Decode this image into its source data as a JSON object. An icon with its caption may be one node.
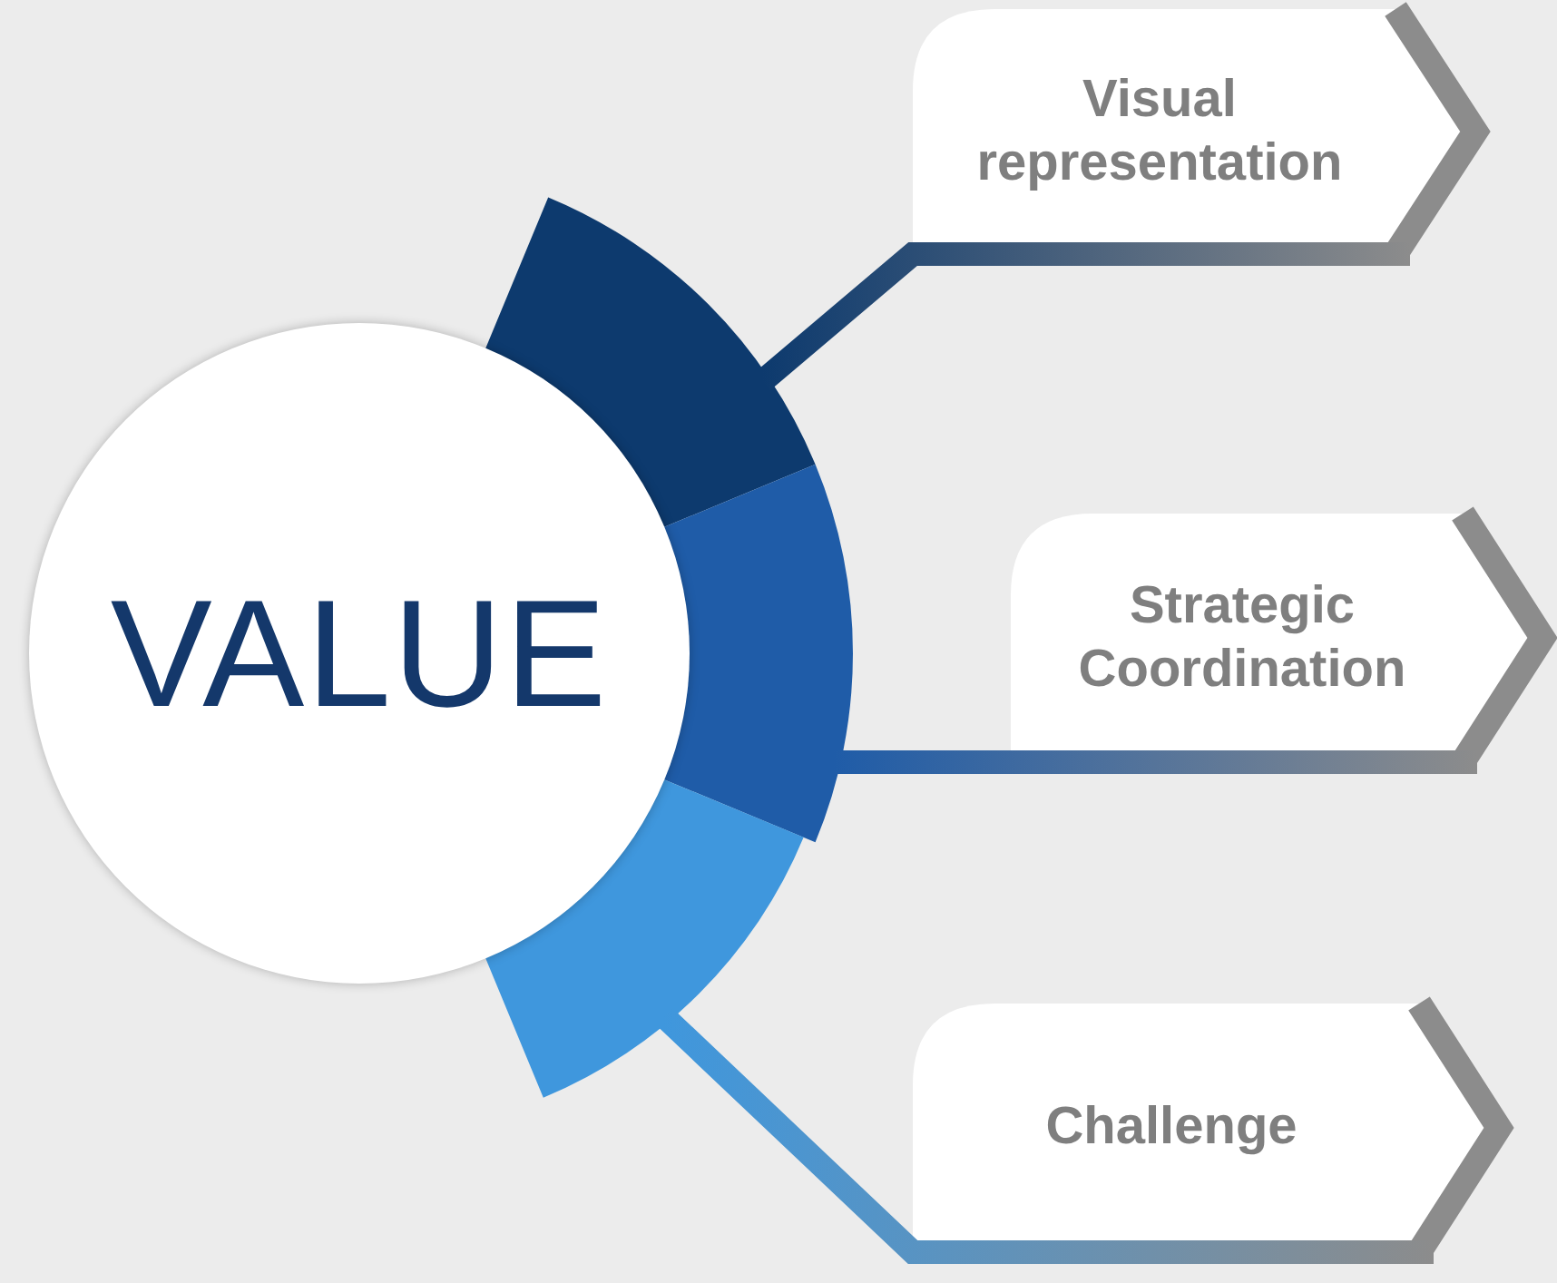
{
  "diagram": {
    "nodes": [
      {
        "text": [
          "VALUE"
        ]
      },
      {
        "text": [],
        "shape": "arc"
      },
      {
        "text": [],
        "shape": "arc"
      },
      {
        "text": [],
        "shape": "arc"
      },
      {
        "text": [
          "Visual representation"
        ]
      },
      {
        "text": [
          "Strategic Coordination"
        ]
      },
      {
        "text": [
          "Challenge"
        ]
      }
    ],
    "edges": [
      {
        "from": 1,
        "to": 4,
        "arrow": "none",
        "color": "#0d3a6e"
      },
      {
        "from": 2,
        "to": 5,
        "arrow": "none",
        "color": "#1f5ca8"
      },
      {
        "from": 3,
        "to": 6,
        "arrow": "none",
        "color": "#3f97dd"
      }
    ]
  }
}
